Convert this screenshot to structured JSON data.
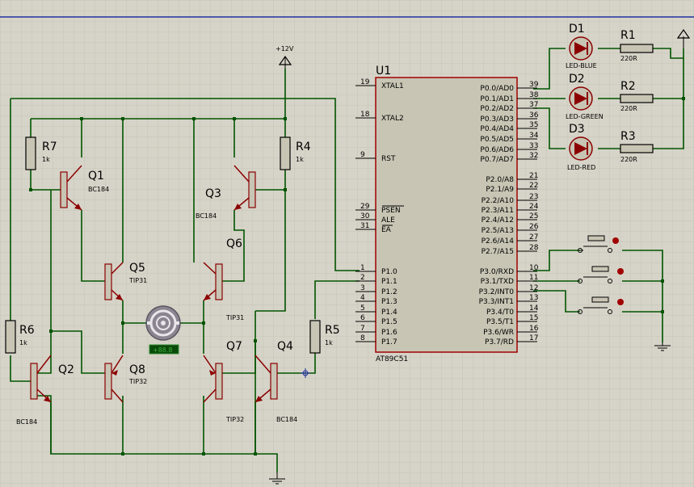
{
  "colors": {
    "background": "#d6d4c8",
    "grid": "#c0beb0",
    "wire": "#005400",
    "body": "#c8c5b4",
    "outline": "#a00000"
  },
  "power": {
    "label": "+12V"
  },
  "mcu": {
    "ref": "U1",
    "part": "AT89C51",
    "left_pins": [
      {
        "num": "19",
        "name": "XTAL1"
      },
      {
        "num": "18",
        "name": "XTAL2"
      },
      {
        "num": "9",
        "name": "RST"
      },
      {
        "num": "29",
        "name": "PSEN"
      },
      {
        "num": "30",
        "name": "ALE"
      },
      {
        "num": "31",
        "name": "EA"
      },
      {
        "num": "1",
        "name": "P1.0"
      },
      {
        "num": "2",
        "name": "P1.1"
      },
      {
        "num": "3",
        "name": "P1.2"
      },
      {
        "num": "4",
        "name": "P1.3"
      },
      {
        "num": "5",
        "name": "P1.4"
      },
      {
        "num": "6",
        "name": "P1.5"
      },
      {
        "num": "7",
        "name": "P1.6"
      },
      {
        "num": "8",
        "name": "P1.7"
      }
    ],
    "right_pins": [
      {
        "num": "39",
        "name": "P0.0/AD0"
      },
      {
        "num": "38",
        "name": "P0.1/AD1"
      },
      {
        "num": "37",
        "name": "P0.2/AD2"
      },
      {
        "num": "36",
        "name": "P0.3/AD3"
      },
      {
        "num": "35",
        "name": "P0.4/AD4"
      },
      {
        "num": "34",
        "name": "P0.5/AD5"
      },
      {
        "num": "33",
        "name": "P0.6/AD6"
      },
      {
        "num": "32",
        "name": "P0.7/AD7"
      },
      {
        "num": "21",
        "name": "P2.0/A8"
      },
      {
        "num": "22",
        "name": "P2.1/A9"
      },
      {
        "num": "23",
        "name": "P2.2/A10"
      },
      {
        "num": "24",
        "name": "P2.3/A11"
      },
      {
        "num": "25",
        "name": "P2.4/A12"
      },
      {
        "num": "26",
        "name": "P2.5/A13"
      },
      {
        "num": "27",
        "name": "P2.6/A14"
      },
      {
        "num": "28",
        "name": "P2.7/A15"
      },
      {
        "num": "10",
        "name": "P3.0/RXD"
      },
      {
        "num": "11",
        "name": "P3.1/TXD"
      },
      {
        "num": "12",
        "name": "P3.2/INT0"
      },
      {
        "num": "13",
        "name": "P3.3/INT1"
      },
      {
        "num": "14",
        "name": "P3.4/T0"
      },
      {
        "num": "15",
        "name": "P3.5/T1"
      },
      {
        "num": "16",
        "name": "P3.6/WR"
      },
      {
        "num": "17",
        "name": "P3.7/RD"
      }
    ]
  },
  "leds": [
    {
      "ref": "D1",
      "type": "LED-BLUE"
    },
    {
      "ref": "D2",
      "type": "LED-GREEN"
    },
    {
      "ref": "D3",
      "type": "LED-RED"
    }
  ],
  "led_resistors": [
    {
      "ref": "R1",
      "value": "220R"
    },
    {
      "ref": "R2",
      "value": "220R"
    },
    {
      "ref": "R3",
      "value": "220R"
    }
  ],
  "resistors": [
    {
      "ref": "R7",
      "value": "1k"
    },
    {
      "ref": "R4",
      "value": "1k"
    },
    {
      "ref": "R6",
      "value": "1k"
    },
    {
      "ref": "R5",
      "value": "1k"
    }
  ],
  "transistors": [
    {
      "ref": "Q1",
      "part": "BC184"
    },
    {
      "ref": "Q3",
      "part": "BC184"
    },
    {
      "ref": "Q5",
      "part": "TIP31"
    },
    {
      "ref": "Q6",
      "part": "TIP31"
    },
    {
      "ref": "Q2",
      "part": "BC184"
    },
    {
      "ref": "Q8",
      "part": "TIP32"
    },
    {
      "ref": "Q7",
      "part": "TIP32"
    },
    {
      "ref": "Q4",
      "part": "BC184"
    }
  ],
  "motor": {
    "readout": "+88.8"
  }
}
